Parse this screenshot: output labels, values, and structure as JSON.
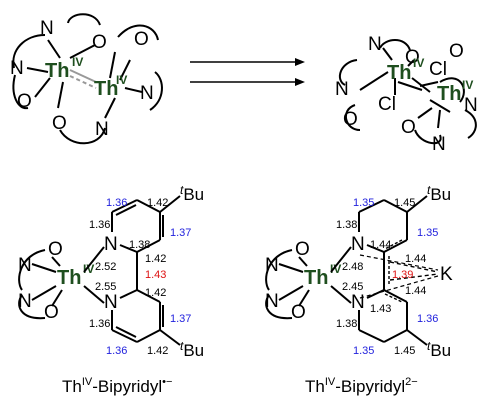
{
  "top_left": {
    "atoms": {
      "th": "Th",
      "ox": "IV",
      "n": "N",
      "o": "O"
    }
  },
  "top_right": {
    "atoms": {
      "th": "Th",
      "ox": "IV",
      "n": "N",
      "o": "O",
      "cl": "Cl"
    }
  },
  "bottom_left": {
    "caption_main": "Th",
    "caption_sup": "IV",
    "caption_rest": "-Bipyridyl",
    "caption_charge": "•−",
    "tBu_t": "t",
    "tBu_rest": "Bu",
    "bonds": {
      "c1": "1.36",
      "c2": "1.42",
      "c3": "1.37",
      "n1": "1.36",
      "nc": "1.38",
      "r1": "1.42",
      "th_n1": "2.52",
      "cc": "1.43",
      "th_n2": "2.55",
      "r2": "1.42",
      "n2": "1.36",
      "c4": "1.37",
      "c5": "1.36",
      "c6": "1.42"
    }
  },
  "bottom_right": {
    "caption_main": "Th",
    "caption_sup": "IV",
    "caption_rest": "-Bipyridyl",
    "caption_charge": "2−",
    "k": "K",
    "tBu_t": "t",
    "tBu_rest": "Bu",
    "bonds": {
      "c1": "1.35",
      "c2": "1.45",
      "c3": "1.35",
      "n1": "1.38",
      "nc": "1.44",
      "k1": "1.44",
      "th_n1": "2.48",
      "cc": "1.39",
      "th_n2": "2.45",
      "k2": "1.44",
      "nc2": "1.43",
      "n2": "1.38",
      "c4": "1.36",
      "c5": "1.35",
      "c6": "1.45"
    }
  },
  "colors": {
    "th": "#1f4f1f",
    "blue": "#2222dd",
    "red": "#dd1111"
  }
}
